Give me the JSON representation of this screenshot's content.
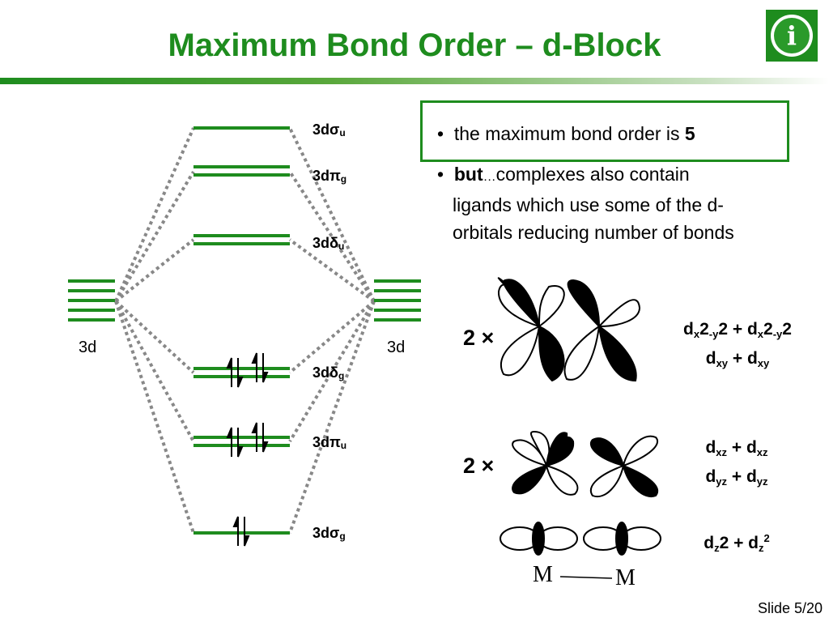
{
  "slide": {
    "title": "Maximum Bond Order – d-Block",
    "icon": "info-icon",
    "info_glyph": "i",
    "footer": "Slide 5/20"
  },
  "mo_diagram": {
    "ao_left_label": "3d",
    "ao_right_label": "3d",
    "levels": [
      {
        "base": "3d",
        "greek": "σ",
        "sub": "u"
      },
      {
        "base": "3d",
        "greek": "π",
        "sub": "g"
      },
      {
        "base": "3d",
        "greek": "δ",
        "sub": "u"
      },
      {
        "base": "3d",
        "greek": "δ",
        "sub": "g"
      },
      {
        "base": "3d",
        "greek": "π",
        "sub": "u"
      },
      {
        "base": "3d",
        "greek": "σ",
        "sub": "g"
      }
    ],
    "line_color": "#1e8c1e",
    "connector_color": "#888888"
  },
  "bullets": {
    "b1_text": "the maximum bond order is ",
    "b1_bold": "5",
    "b2_bold": "but",
    "b2_ellipsis": "…",
    "b2_line1": "complexes also contain",
    "b2_line2": "ligands which use some of the d-",
    "b2_line3": "orbitals reducing number of bonds"
  },
  "orbital_rows": {
    "row1": {
      "multiplier": "2 ×",
      "line1": {
        "a": "d",
        "a_sub": "x",
        "b": "2",
        "b_sub": "-y",
        "c": "2 + d",
        "c_sub": "x",
        "d": "2",
        "d_sub": "-y",
        "e": "2"
      },
      "line2": {
        "a": "d",
        "a_sub": "xy",
        "b": " + d",
        "b_sub": "xy"
      }
    },
    "row2": {
      "multiplier": "2 ×",
      "line1": {
        "a": "d",
        "a_sub": "xz",
        "b": " + d",
        "b_sub": "xz"
      },
      "line2": {
        "a": "d",
        "a_sub": "yz",
        "b": " + d",
        "b_sub": "yz"
      }
    },
    "row3": {
      "line1": {
        "a": "d",
        "a_sub": "z",
        "b": "2 + d",
        "b_sub": "z",
        "c_sup": "2"
      },
      "atom_left": "M",
      "atom_right": "M"
    }
  }
}
